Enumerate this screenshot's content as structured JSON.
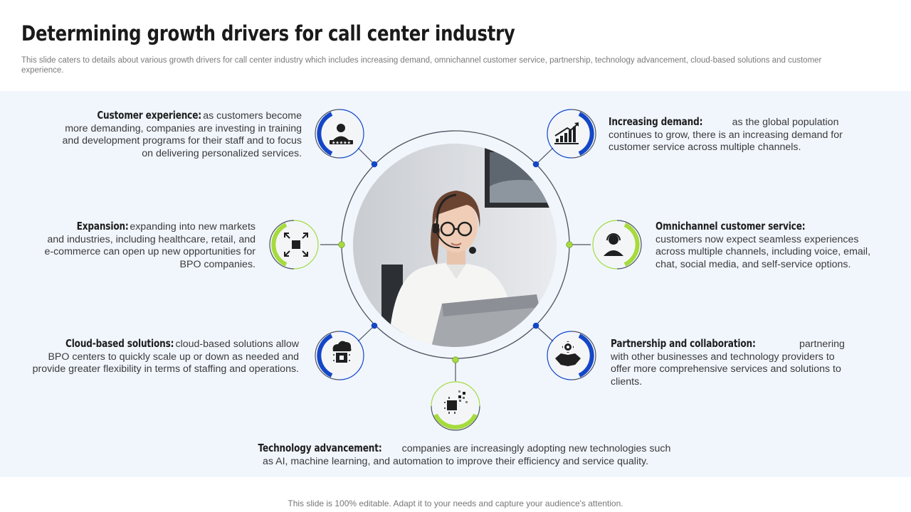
{
  "title": "Determining growth drivers for call center industry",
  "subtitle": "This slide caters to details about various growth drivers for call center industry which includes increasing demand, omnichannel customer service, partnership, technology advancement, cloud-based solutions and customer experience.",
  "footer": "This slide is 100% editable. Adapt it to your needs and capture your audience's attention.",
  "colors": {
    "blue": "#1447c7",
    "green": "#a6db3c",
    "panel": "#f1f6fd"
  },
  "drivers": {
    "customer_experience": {
      "heading": "Customer experience:",
      "text": "as customers become more demanding, companies are investing in training and development programs for their staff and to focus on delivering personalized services.",
      "icon": "customer-rating-icon"
    },
    "increasing_demand": {
      "heading": "Increasing demand:",
      "text": "as the global population continues to grow, there is an increasing demand for customer service across multiple channels.",
      "icon": "growth-chart-icon"
    },
    "expansion": {
      "heading": "Expansion:",
      "text": "expanding into new markets and industries, including healthcare, retail, and e-commerce can open up new opportunities for BPO companies.",
      "icon": "expand-arrows-icon"
    },
    "omnichannel": {
      "heading": "Omnichannel customer service:",
      "text": "customers now expect seamless experiences across multiple channels, including voice, email, chat, social media, and self-service options.",
      "icon": "support-agent-icon"
    },
    "cloud": {
      "heading": "Cloud-based solutions:",
      "text": "cloud-based solutions allow BPO centers to quickly scale up or down as needed and provide greater flexibility  in terms of staffing and operations.",
      "icon": "cloud-chip-icon"
    },
    "partnership": {
      "heading": "Partnership and collaboration:",
      "text": "partnering with other businesses and technology providers to offer more comprehensive services and solutions to clients.",
      "icon": "handshake-gear-icon"
    },
    "technology": {
      "heading": "Technology advancement:",
      "text": "companies are increasingly adopting new technologies such as AI, machine learning,  and automation to improve their efficiency and service quality.",
      "icon": "circuit-chip-icon"
    }
  }
}
